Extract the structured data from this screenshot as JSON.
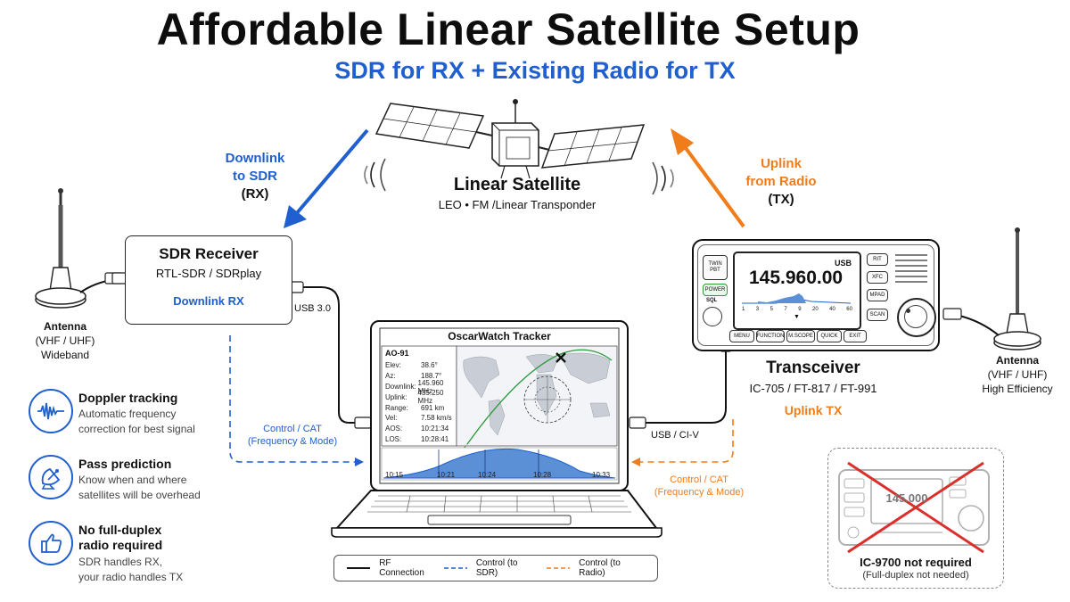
{
  "title": "Affordable Linear Satellite Setup",
  "subtitle": "SDR for RX + Existing Radio for TX",
  "satellite": {
    "name": "Linear Satellite",
    "desc": "LEO • FM  /Linear Transponder"
  },
  "downlink": {
    "line1": "Downlink",
    "line2": "to SDR",
    "line3": "(RX)"
  },
  "uplink": {
    "line1": "Uplink",
    "line2": "from Radio",
    "line3": "(TX)"
  },
  "sdr": {
    "title": "SDR Receiver",
    "model": "RTL-SDR / SDRplay",
    "role": "Downlink RX",
    "usb": "USB 3.0"
  },
  "antenna_left": {
    "title": "Antenna",
    "band": "(VHF / UHF)",
    "note": "Wideband"
  },
  "antenna_right": {
    "title": "Antenna",
    "band": "(VHF / UHF)",
    "note": "High Efficiency"
  },
  "laptop": {
    "app_title": "OscarWatch Tracker",
    "sat_id": "AO-91",
    "rows": [
      {
        "k": "Elev:",
        "v": "38.6°"
      },
      {
        "k": "Az:",
        "v": "188.7°"
      },
      {
        "k": "Downlink:",
        "v": "145.960 MHz"
      },
      {
        "k": "Uplink:",
        "v": "435.250 MHz"
      },
      {
        "k": "Range:",
        "v": "691 km"
      },
      {
        "k": "Vel:",
        "v": "7.58 km/s"
      },
      {
        "k": "AOS:",
        "v": "10:21:34"
      },
      {
        "k": "LOS:",
        "v": "10:28:41"
      }
    ],
    "times": [
      "10:15",
      "10:21",
      "10:24",
      "10:28",
      "10:33"
    ]
  },
  "control_sdr": {
    "line1": "Control / CAT",
    "line2": "(Frequency & Mode)"
  },
  "control_radio": {
    "line1": "Control / CAT",
    "line2": "(Frequency & Mode)"
  },
  "usb_civ": "USB / CI-V",
  "transceiver": {
    "freq": "145.960.00",
    "mode": "USB",
    "scale": [
      "1",
      "3",
      "5",
      "7",
      "9",
      "20",
      "40",
      "60"
    ],
    "left_buttons": [
      "TWIN PBT",
      "POWER",
      "SQL"
    ],
    "right_buttons": [
      "RIT",
      "XFC",
      "MPAD",
      "SCAN"
    ],
    "bottom_buttons": [
      "MENU",
      "FUNCTION",
      "M.SCOPE",
      "QUICK",
      "EXIT"
    ],
    "title": "Transceiver",
    "models": "IC-705 / FT-817 / FT-991",
    "role": "Uplink TX"
  },
  "features": [
    {
      "title": "Doppler tracking",
      "desc1": "Automatic frequency",
      "desc2": "correction for best signal",
      "desc3": ""
    },
    {
      "title": "Pass prediction",
      "desc1": "Know when and where",
      "desc2": "satellites will be overhead",
      "desc3": ""
    },
    {
      "title": "No full-duplex",
      "title2": "radio required",
      "desc1": "SDR handles RX,",
      "desc2": "your radio handles TX",
      "desc3": ""
    }
  ],
  "legend": {
    "rf": "RF Connection",
    "sdr": "Control (to SDR)",
    "radio": "Control (to Radio)"
  },
  "not_required": {
    "title": "IC-9700 not required",
    "note": "(Full-duplex not needed)",
    "display": "145.000"
  },
  "colors": {
    "blue": "#1f5fcf",
    "orange": "#f07c1a",
    "green": "#2e9a3c"
  }
}
